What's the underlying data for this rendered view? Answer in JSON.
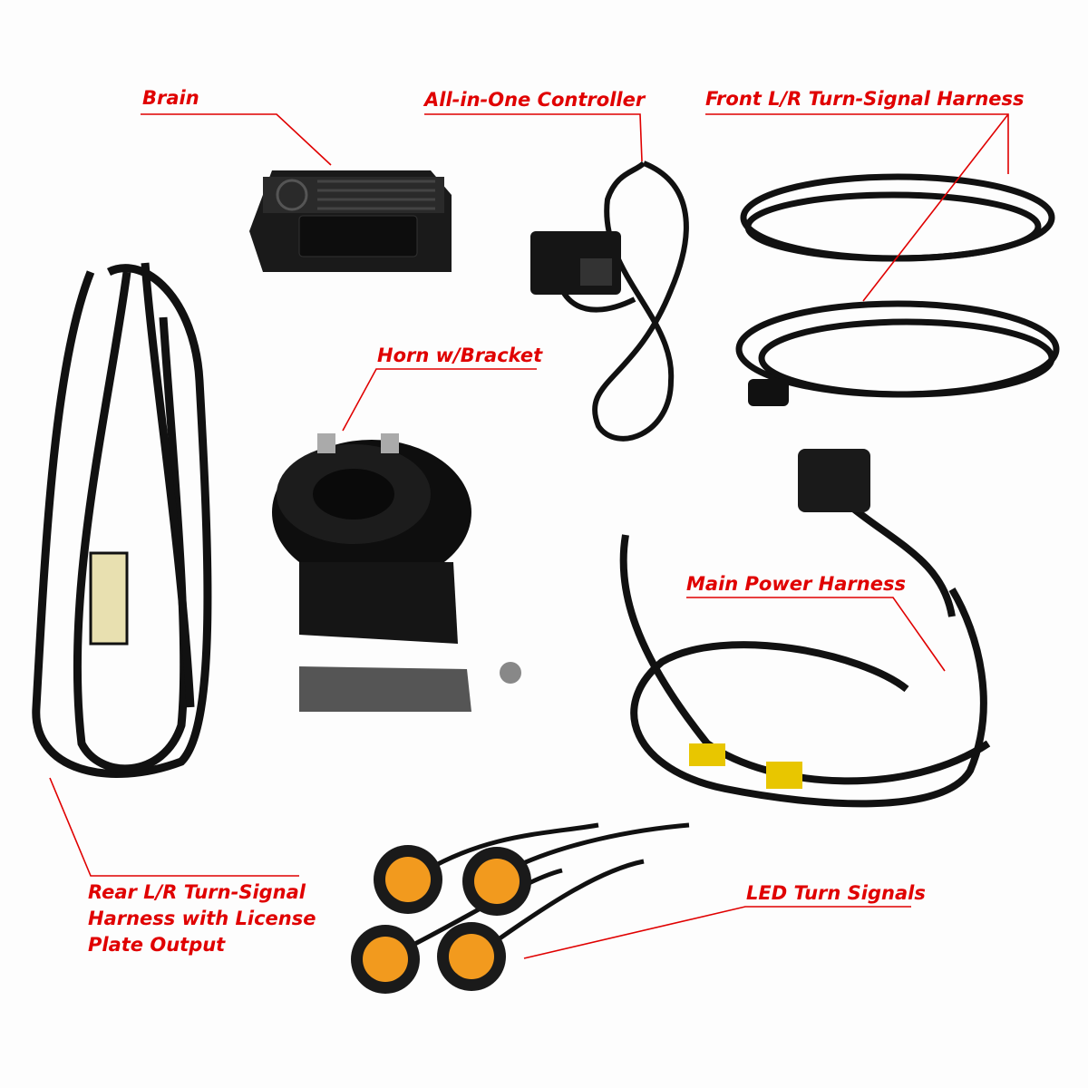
{
  "accent_color": "#e00000",
  "labels": {
    "brain": "Brain",
    "controller": "All-in-One Controller",
    "front_harness": "Front L/R Turn-Signal Harness",
    "horn": "Horn w/Bracket",
    "main_power": "Main Power Harness",
    "led_signals": "LED Turn Signals",
    "rear_harness_line1": "Rear L/R Turn-Signal",
    "rear_harness_line2": "Harness with License",
    "rear_harness_line3": "Plate Output"
  }
}
